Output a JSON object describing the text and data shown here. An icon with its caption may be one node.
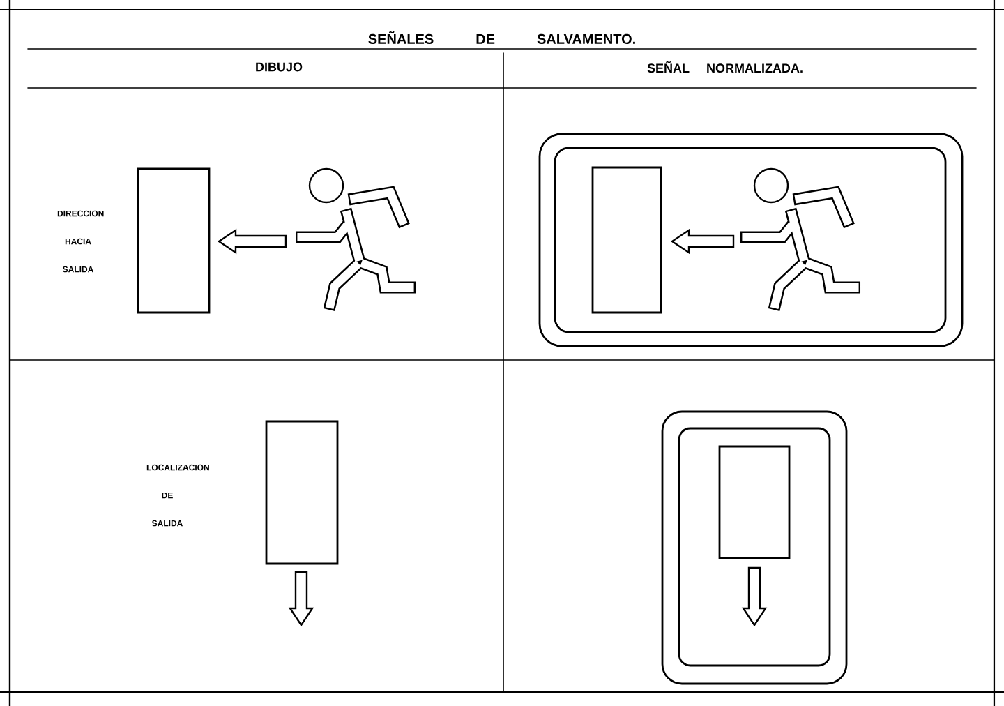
{
  "diagram": {
    "title": "SEÑALES DE SALVAMENTO.",
    "labels": [
      "DIBUJO",
      "SEÑAL NORMALIZADA.",
      "DIRECCION HACIA SALIDA",
      "LOCALIZACION DE SALIDA"
    ]
  }
}
